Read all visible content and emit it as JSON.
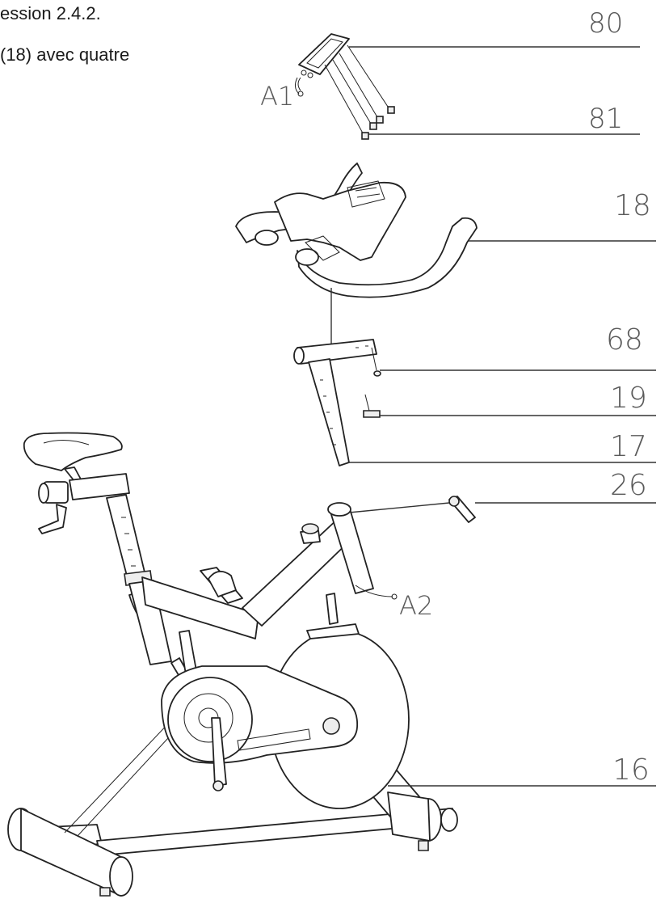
{
  "instructions": {
    "line1": "ession 2.4.2.",
    "line2": "(18) avec quatre"
  },
  "part_labels": {
    "p80": "80",
    "p81": "81",
    "p18": "18",
    "p68": "68",
    "p19": "19",
    "p17": "17",
    "p26": "26",
    "p16": "16",
    "a1": "A1",
    "a2": "A2"
  }
}
